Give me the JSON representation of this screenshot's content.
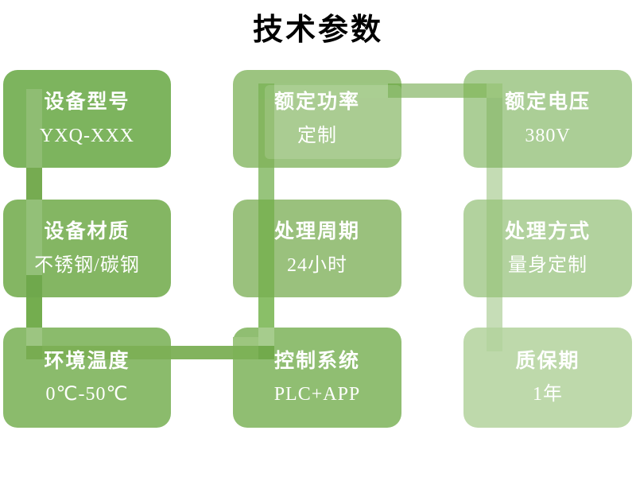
{
  "slide": {
    "title": "技术参数",
    "title_color": "#000000",
    "background": "#ffffff",
    "text_color": "#ffffff"
  },
  "boxes": [
    {
      "id": "device-model",
      "title": "设备型号",
      "value": "YXQ-XXX",
      "color": "#7db45e"
    },
    {
      "id": "device-material",
      "title": "设备材质",
      "value": "不锈钢/碳钢",
      "color": "#84b663"
    },
    {
      "id": "ambient-temperature",
      "title": "环境温度",
      "value": "0℃-50℃",
      "color": "#8bbb6c"
    },
    {
      "id": "rated-power",
      "title": "额定功率",
      "value": "定制",
      "color": "#9cc480"
    },
    {
      "id": "processing-cycle",
      "title": "处理周期",
      "value": "24小时",
      "color": "#9ac17d"
    },
    {
      "id": "control-system",
      "title": "控制系统",
      "value": "PLC+APP",
      "color": "#90be72"
    },
    {
      "id": "rated-voltage",
      "title": "额定电压",
      "value": "380V",
      "color": "#abce96"
    },
    {
      "id": "processing-method",
      "title": "处理方式",
      "value": "量身定制",
      "color": "#b2d29e"
    },
    {
      "id": "warranty-period",
      "title": "质保期",
      "value": "1年",
      "color": "#bed9ab"
    }
  ],
  "connectors": {
    "left_over_box1": "#8fbd73",
    "left_gap_1_2": "#76ab51",
    "left_over_box2_upper": "#93c078",
    "left_over_box2_lower": "#6fa84c",
    "left_gap_2_3": "#74ad4f",
    "left_over_box3": "#9cc581",
    "joint_bottom_left": "#78ac51",
    "bottom_over_box3": "#7db056",
    "bottom_gap": "#82b35e",
    "box6_corner_upper": "#9dc67f",
    "bottom_over_box6": "#7db257",
    "joint_bottom_mid": "#72aa4c",
    "mid_over_box6": "#a6cc8d",
    "mid_gap_5_6": "#8abf68",
    "mid_over_box5": "#7cb356",
    "mid_gap_4_5": "#97c47c",
    "mid_over_box4": "#85b660",
    "joint_top_mid": "#82b75f",
    "box4_highlight": "rgba(255,255,255,0.14)",
    "top_over_box4": "#9cc681",
    "top_over_box4_end": "#79b054",
    "top_gap": "#a9cb92",
    "top_over_box7": "#8dbd6a",
    "joint_top_right": "#9cc67e",
    "right_over_box7": "#95c07a",
    "right_gap_7_8": "#c4dcb4",
    "right_over_box8": "#a2c988",
    "right_gap_8_9": "#c6ddb7",
    "right_over_box9": "#b5d4a0"
  }
}
